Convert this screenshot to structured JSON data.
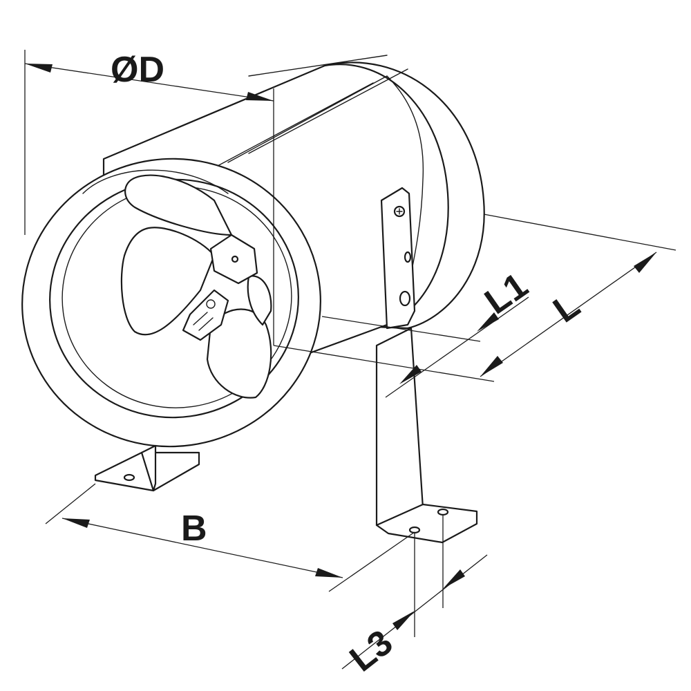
{
  "labels": {
    "diameter": "ØD",
    "length": "L",
    "length1": "L1",
    "base": "B",
    "length3": "L3"
  },
  "colors": {
    "stroke": "#1a1a1a",
    "background": "#ffffff"
  }
}
